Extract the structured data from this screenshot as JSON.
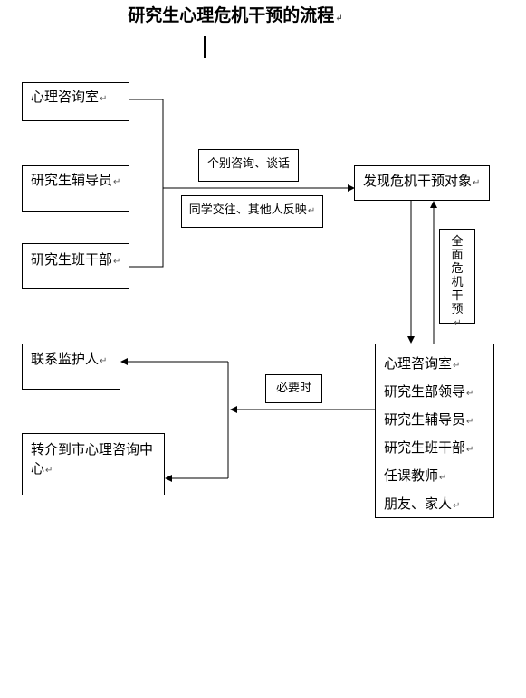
{
  "title": "研究生心理危机干预的流程",
  "para_mark": "↵",
  "sources": [
    "心理咨询室",
    "研究生辅导员",
    "研究生班干部"
  ],
  "channel_labels": [
    "个别咨询、谈话",
    "同学交往、其他人反映"
  ],
  "target": "发现危机干预对象",
  "vertical_label": [
    "全",
    "面",
    "危",
    "机",
    "干",
    "预"
  ],
  "responders": [
    "心理咨询室",
    "研究生部领导",
    "研究生辅导员",
    "研究生班干部",
    "任课教师",
    "朋友、家人"
  ],
  "condition_label": "必要时",
  "outcomes": [
    "联系监护人",
    "转介到市心理咨询中心"
  ]
}
